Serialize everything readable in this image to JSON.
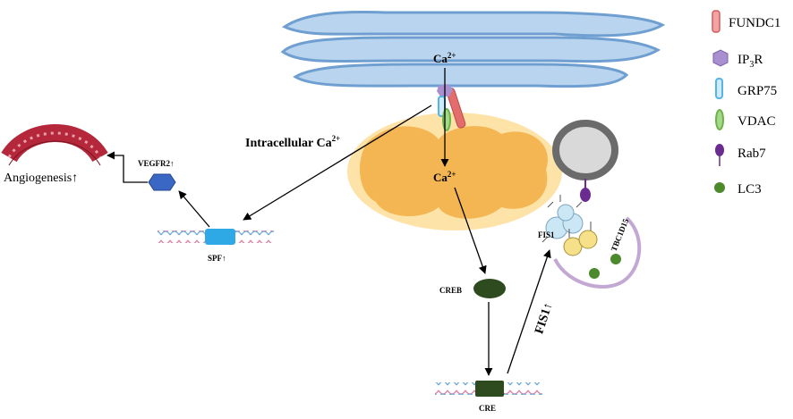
{
  "labels": {
    "ca_er": "Ca",
    "ca_er_sup": "2+",
    "ca_mito": "Ca",
    "ca_mito_sup": "2+",
    "intracellular_prefix": "Intracellular Ca",
    "intracellular_sup": "2+",
    "vegfr2": "VEGFR2↑",
    "angiogenesis": "Angiogenesis↑",
    "spf": "SPF↑",
    "creb": "CREB",
    "cre": "CRE",
    "fis1_up": "FIS1↑",
    "fis1": "FIS1",
    "tbc1d15": "TBC1D15"
  },
  "legend": [
    {
      "key": "fundc1",
      "label": "FUNDC1",
      "icon": "fundc1-icon",
      "color": "#e36c6c"
    },
    {
      "key": "ip3r",
      "label": "IP",
      "sub": "3",
      "suffix": "R",
      "icon": "ip3r-icon",
      "color": "#a98fd0"
    },
    {
      "key": "grp75",
      "label": "GRP75",
      "icon": "grp75-icon",
      "color": "#54b4e8"
    },
    {
      "key": "vdac",
      "label": "VDAC",
      "icon": "vdac-icon",
      "color": "#7cc45a"
    },
    {
      "key": "rab7",
      "label": "Rab7",
      "icon": "rab7-icon",
      "color": "#6a2c91"
    },
    {
      "key": "lc3",
      "label": "LC3",
      "icon": "lc3-icon",
      "color": "#4d8a2e"
    }
  ],
  "colors": {
    "er": "#b9d4ee",
    "er_stroke": "#6f9fd0",
    "mito": "#fde3a8",
    "mito_inner": "#f4b653",
    "creb": "#2e4a1f",
    "spf": "#2fa9e6",
    "vegfr2": "#3a66c4",
    "vessel": "#b5283c",
    "phagophore": "#c3a8d4",
    "lysosome": "#7d7d7d"
  }
}
